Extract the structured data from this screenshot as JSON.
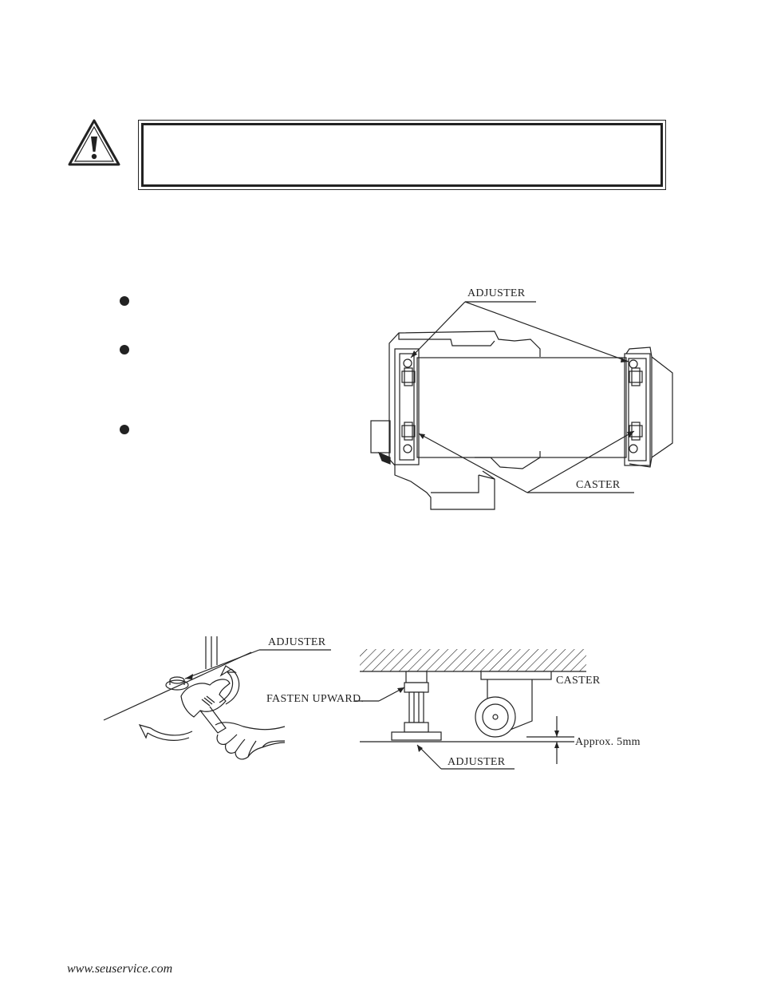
{
  "top_diagram": {
    "label_adjuster": "ADJUSTER",
    "label_caster": "CASTER"
  },
  "bottom_diagram": {
    "label_adjuster_top": "ADJUSTER",
    "label_fasten": "FASTEN UPWARD.",
    "label_caster": "CASTER",
    "label_gap": "Approx. 5mm",
    "label_adjuster_bottom": "ADJUSTER"
  },
  "footer": {
    "url": "www.seuservice.com"
  }
}
